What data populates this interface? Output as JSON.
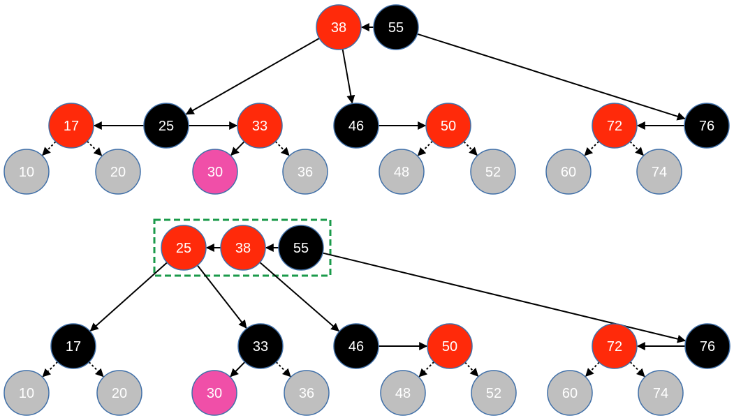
{
  "colors": {
    "red": "#ff2a0a",
    "black": "#000000",
    "gray": "#bfbfbf",
    "pink": "#f04fa8",
    "node_border": "#3f6fa8",
    "highlight_border": "#1a9a4a",
    "edge": "#000000"
  },
  "trees": [
    {
      "id": "before",
      "nodes": [
        {
          "id": "n38",
          "label": "38",
          "color": "red"
        },
        {
          "id": "n55",
          "label": "55",
          "color": "black"
        },
        {
          "id": "n17",
          "label": "17",
          "color": "red"
        },
        {
          "id": "n25",
          "label": "25",
          "color": "black"
        },
        {
          "id": "n33",
          "label": "33",
          "color": "red"
        },
        {
          "id": "n46",
          "label": "46",
          "color": "black"
        },
        {
          "id": "n50",
          "label": "50",
          "color": "red"
        },
        {
          "id": "n72",
          "label": "72",
          "color": "red"
        },
        {
          "id": "n76",
          "label": "76",
          "color": "black"
        },
        {
          "id": "n10",
          "label": "10",
          "color": "gray"
        },
        {
          "id": "n20",
          "label": "20",
          "color": "gray"
        },
        {
          "id": "n30",
          "label": "30",
          "color": "pink"
        },
        {
          "id": "n36",
          "label": "36",
          "color": "gray"
        },
        {
          "id": "n48",
          "label": "48",
          "color": "gray"
        },
        {
          "id": "n52",
          "label": "52",
          "color": "gray"
        },
        {
          "id": "n60",
          "label": "60",
          "color": "gray"
        },
        {
          "id": "n74",
          "label": "74",
          "color": "gray"
        }
      ],
      "edges": [
        {
          "from": "n55",
          "to": "n38",
          "style": "solid"
        },
        {
          "from": "n55",
          "to": "n76",
          "style": "solid"
        },
        {
          "from": "n38",
          "to": "n25",
          "style": "solid"
        },
        {
          "from": "n38",
          "to": "n46",
          "style": "solid"
        },
        {
          "from": "n25",
          "to": "n17",
          "style": "solid"
        },
        {
          "from": "n25",
          "to": "n33",
          "style": "solid"
        },
        {
          "from": "n46",
          "to": "n50",
          "style": "solid"
        },
        {
          "from": "n76",
          "to": "n72",
          "style": "solid"
        },
        {
          "from": "n17",
          "to": "n10",
          "style": "dotted"
        },
        {
          "from": "n17",
          "to": "n20",
          "style": "dotted"
        },
        {
          "from": "n33",
          "to": "n30",
          "style": "solid"
        },
        {
          "from": "n33",
          "to": "n36",
          "style": "dotted"
        },
        {
          "from": "n50",
          "to": "n48",
          "style": "dotted"
        },
        {
          "from": "n50",
          "to": "n52",
          "style": "dotted"
        },
        {
          "from": "n72",
          "to": "n60",
          "style": "dotted"
        },
        {
          "from": "n72",
          "to": "n74",
          "style": "dotted"
        }
      ]
    },
    {
      "id": "after",
      "highlight_group": [
        "n25",
        "n38",
        "n55"
      ],
      "nodes": [
        {
          "id": "n25",
          "label": "25",
          "color": "red"
        },
        {
          "id": "n38",
          "label": "38",
          "color": "red"
        },
        {
          "id": "n55",
          "label": "55",
          "color": "black"
        },
        {
          "id": "n17",
          "label": "17",
          "color": "black"
        },
        {
          "id": "n33",
          "label": "33",
          "color": "black"
        },
        {
          "id": "n46",
          "label": "46",
          "color": "black"
        },
        {
          "id": "n50",
          "label": "50",
          "color": "red"
        },
        {
          "id": "n72",
          "label": "72",
          "color": "red"
        },
        {
          "id": "n76",
          "label": "76",
          "color": "black"
        },
        {
          "id": "n10",
          "label": "10",
          "color": "gray"
        },
        {
          "id": "n20",
          "label": "20",
          "color": "gray"
        },
        {
          "id": "n30",
          "label": "30",
          "color": "pink"
        },
        {
          "id": "n36",
          "label": "36",
          "color": "gray"
        },
        {
          "id": "n48",
          "label": "48",
          "color": "gray"
        },
        {
          "id": "n52",
          "label": "52",
          "color": "gray"
        },
        {
          "id": "n60",
          "label": "60",
          "color": "gray"
        },
        {
          "id": "n74",
          "label": "74",
          "color": "gray"
        }
      ],
      "edges": [
        {
          "from": "n55",
          "to": "n38",
          "style": "solid"
        },
        {
          "from": "n38",
          "to": "n25",
          "style": "solid"
        },
        {
          "from": "n55",
          "to": "n76",
          "style": "solid"
        },
        {
          "from": "n25",
          "to": "n17",
          "style": "solid"
        },
        {
          "from": "n25",
          "to": "n33",
          "style": "solid"
        },
        {
          "from": "n38",
          "to": "n46",
          "style": "solid"
        },
        {
          "from": "n46",
          "to": "n50",
          "style": "solid"
        },
        {
          "from": "n76",
          "to": "n72",
          "style": "solid"
        },
        {
          "from": "n17",
          "to": "n10",
          "style": "dotted"
        },
        {
          "from": "n17",
          "to": "n20",
          "style": "dotted"
        },
        {
          "from": "n33",
          "to": "n30",
          "style": "solid"
        },
        {
          "from": "n33",
          "to": "n36",
          "style": "dotted"
        },
        {
          "from": "n50",
          "to": "n48",
          "style": "dotted"
        },
        {
          "from": "n50",
          "to": "n52",
          "style": "dotted"
        },
        {
          "from": "n72",
          "to": "n60",
          "style": "dotted"
        },
        {
          "from": "n72",
          "to": "n74",
          "style": "dotted"
        }
      ]
    }
  ]
}
